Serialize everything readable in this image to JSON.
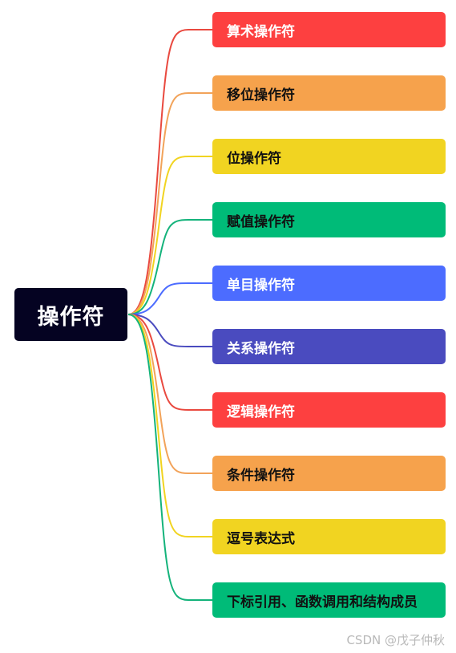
{
  "root": {
    "label": "操作符",
    "color": "#050322",
    "text_color": "#ffffff"
  },
  "branches": [
    {
      "label": "算术操作符",
      "color": "#fd4040",
      "line_color": "#e9493f",
      "text_color": "#ffffff"
    },
    {
      "label": "移位操作符",
      "color": "#f6a24c",
      "line_color": "#f2a35a",
      "text_color": "#111111"
    },
    {
      "label": "位操作符",
      "color": "#f1d421",
      "line_color": "#f1d421",
      "text_color": "#111111"
    },
    {
      "label": "赋值操作符",
      "color": "#00bb78",
      "line_color": "#14b37b",
      "text_color": "#111111"
    },
    {
      "label": "单目操作符",
      "color": "#4c6cff",
      "line_color": "#4c6cff",
      "text_color": "#ffffff"
    },
    {
      "label": "关系操作符",
      "color": "#4a4bbf",
      "line_color": "#4a4bbf",
      "text_color": "#ffffff"
    },
    {
      "label": "逻辑操作符",
      "color": "#fd4040",
      "line_color": "#e9493f",
      "text_color": "#ffffff"
    },
    {
      "label": "条件操作符",
      "color": "#f6a24c",
      "line_color": "#f2a35a",
      "text_color": "#111111"
    },
    {
      "label": "逗号表达式",
      "color": "#f1d421",
      "line_color": "#f1d421",
      "text_color": "#111111"
    },
    {
      "label": "下标引用、函数调用和结构成员",
      "color": "#00bb78",
      "line_color": "#14b37b",
      "text_color": "#111111"
    }
  ],
  "watermark": "CSDN @戊子仲秋"
}
